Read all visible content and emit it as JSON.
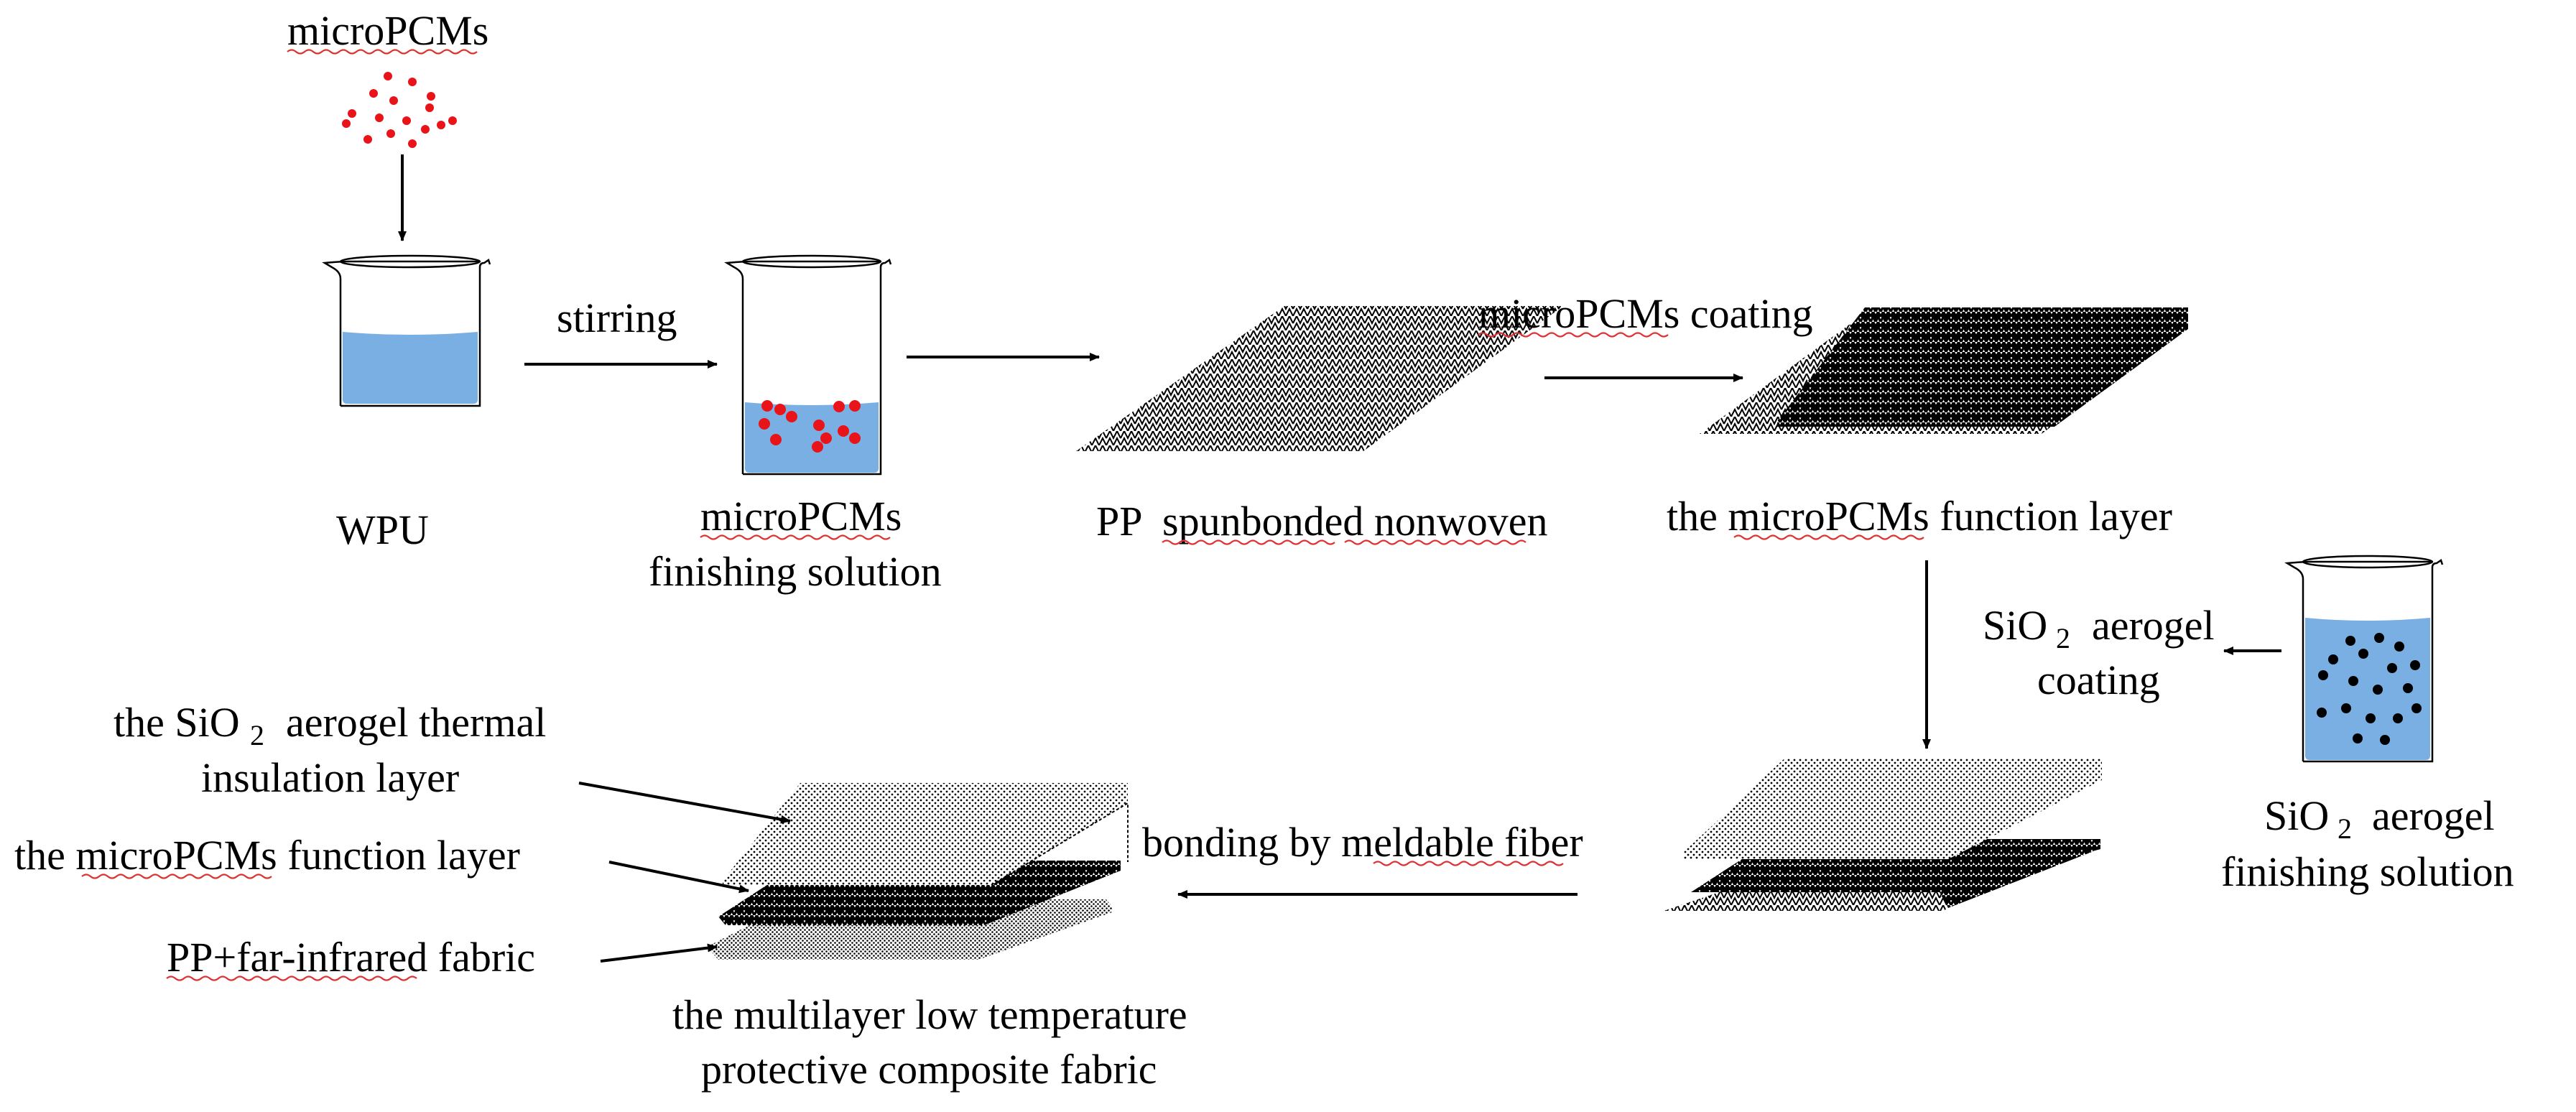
{
  "labels": {
    "micropcms_top": "microPCMs",
    "wpu": "WPU",
    "stirring": "stirring",
    "finishing_solution_line1": "microPCMs",
    "finishing_solution_line2": "finishing  solution",
    "pp_nonwoven_pp": "PP",
    "pp_nonwoven_rest": "spunbonded  nonwoven",
    "micropcms_coating": "microPCMs  coating",
    "function_layer_top": "the microPCMs  function layer",
    "sio2_coating_line1_a": "SiO",
    "sio2_coating_line1_b": "aerogel",
    "sio2_coating_line2": "coating",
    "sio2_solution_line1_a": "SiO",
    "sio2_solution_line1_b": "aerogel",
    "sio2_solution_line2": "finishing  solution",
    "bonding": "bonding  by  meldable  fiber",
    "legend_insulation_line1_a": "the SiO",
    "legend_insulation_line1_b": "aerogel  thermal",
    "legend_insulation_line2": "insulation  layer",
    "legend_function": "the microPCMs  function layer",
    "legend_pp": "PP+far-infrared fabric",
    "final_line1": "the multilayer  low temperature",
    "final_line2": "protective composite fabric",
    "subscript_2": "2"
  },
  "colors": {
    "liquid": "#7aafe3",
    "micropcms_dot": "#e8141a",
    "aerogel_dot": "#000000",
    "spellcheck_squiggle": "#e03030"
  }
}
